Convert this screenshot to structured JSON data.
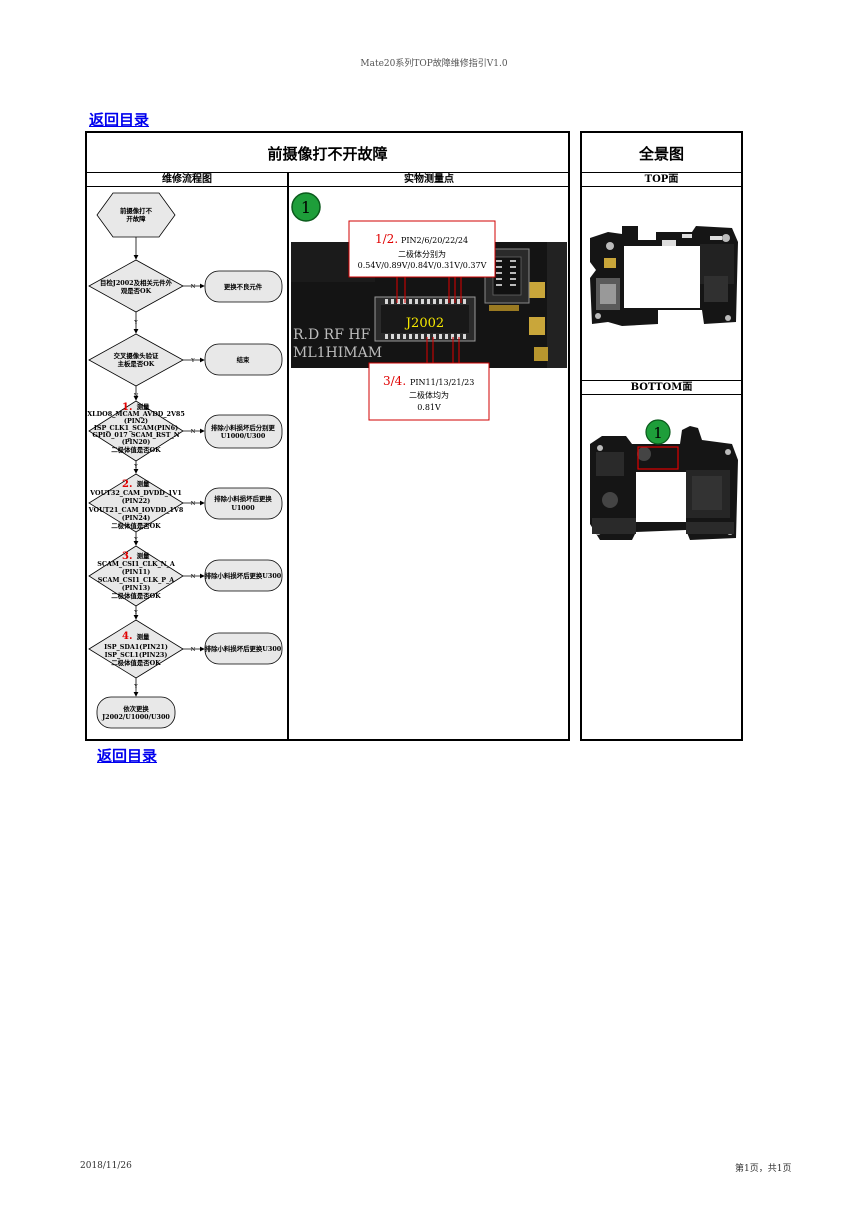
{
  "header": "Mate20系列TOP故障维修指引V1.0",
  "back_link": "返回目录",
  "left_title": "前摄像打不开故障",
  "right_title": "全景图",
  "col_flow": "维修流程图",
  "col_measure": "实物测量点",
  "col_top": "TOP面",
  "col_bottom": "BOTTOM面",
  "flow": {
    "start": [
      "前摄像打不",
      "开故障"
    ],
    "d1": [
      "目检J2002及相关元件外",
      "观是否OK"
    ],
    "r1": "更换不良元件",
    "d2": [
      "交叉摄像头验证",
      "主板是否OK"
    ],
    "r2": "结束",
    "n3": "1.",
    "d3": [
      "测量",
      "XLDO8_MCAM_AVDD_2V85",
      "(PIN2)",
      "ISP_CLK1_SCAM(PIN6)",
      "GPIO_017_SCAM_RST_N",
      "(PIN20)",
      "二极体值是否OK"
    ],
    "r3": [
      "排除小料损坏后分别更",
      "U1000/U300"
    ],
    "n4": "2.",
    "d4": [
      "测量",
      "VOUT32_CAM_DVDD_1V1",
      "(PIN22)",
      "VOUT21_CAM_IOVDD_1V8",
      "(PIN24)",
      "二极体值是否OK"
    ],
    "r4": [
      "排除小料损坏后更换",
      "U1000"
    ],
    "n5": "3.",
    "d5": [
      "测量",
      "SCAM_CSI1_CLK_N_A",
      "(PIN11)",
      "SCAM_CSI1_CLK_P_A",
      "(PIN13)",
      "二极体值是否OK"
    ],
    "r5": "排除小料损坏后更换U300",
    "n6": "4.",
    "d6": [
      "测量",
      "ISP_SDA1(PIN21)",
      "ISP_SCL1(PIN23)",
      "二极体值是否OK"
    ],
    "r6": "排除小料损坏后更换U300",
    "end": [
      "依次更换",
      "J2002/U1000/U300"
    ],
    "yes": "Y",
    "no": "N"
  },
  "measure": {
    "badge": "1",
    "note1_num": "1/2.",
    "note1_pins": "PIN2/6/20/22/24",
    "note1_line2": "二极体分别为",
    "note1_line3": "0.54V/0.89V/0.84V/0.31V/0.37V",
    "connector": "J2002",
    "silk": [
      "R.D RF HF",
      "ML1HIMAM"
    ],
    "note2_num": "3/4.",
    "note2_pins": "PIN11/13/21/23",
    "note2_line2": "二极体均为",
    "note2_line3": "0.81V"
  },
  "bottom_badge": "1",
  "footer_left": "2018/11/26",
  "footer_right": "第1页，共1页",
  "colors": {
    "link": "#0000ee",
    "red": "#e00000",
    "badge": "#1e9e3a",
    "flow_fill": "#e8e8e8",
    "board": "#141414",
    "connector_label": "#f5e800"
  }
}
